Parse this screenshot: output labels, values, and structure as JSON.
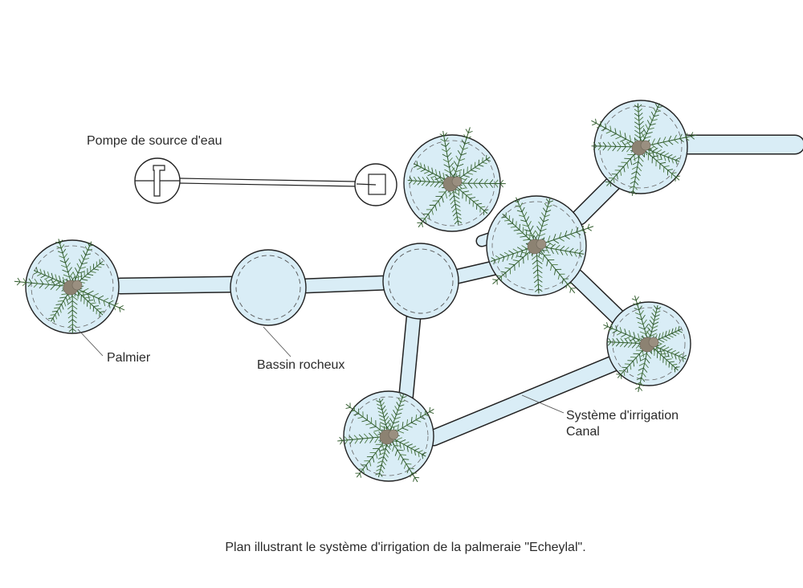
{
  "colors": {
    "water": "#d9edf6",
    "outline": "#222222",
    "frond": "#2f5a2a",
    "frond_light": "#4d7a43",
    "trunk": "#8c8272",
    "leader": "#555555"
  },
  "labels": {
    "pump": "Pompe de source d'eau",
    "palm": "Palmier",
    "basin": "Bassin rocheux",
    "irrigation_line1": "Système d'irrigation",
    "irrigation_line2": "Canal"
  },
  "caption": "Plan illustrant le système d'irrigation de la palmeraie \"Echeylal\".",
  "icons": {
    "pump_left": "pump-symbol-icon",
    "pump_right": "pump-outlet-icon",
    "palm": "palm-tree-icon",
    "basin": "rock-basin-icon"
  }
}
